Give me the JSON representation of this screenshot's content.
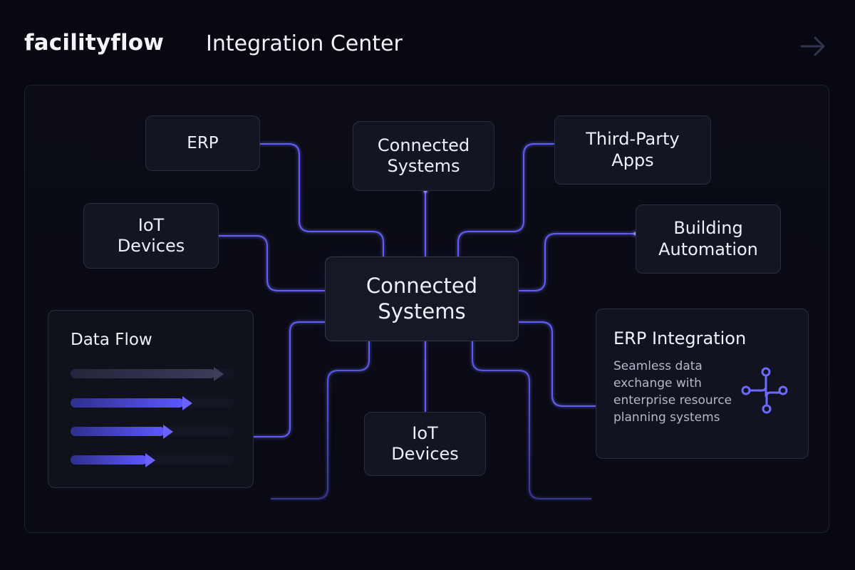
{
  "header": {
    "brand": "facilityflow",
    "title": "Integration Center",
    "nav_icon": "arrow-right-icon"
  },
  "nodes": {
    "erp": "ERP",
    "connected_top": "Connected\nSystems",
    "third_party": "Third-Party\nApps",
    "iot_left": "IoT\nDevices",
    "building": "Building\nAutomation",
    "center": "Connected\nSystems",
    "iot_bottom": "IoT\nDevices"
  },
  "data_flow": {
    "title": "Data Flow",
    "bars": [
      {
        "level": 0.92,
        "active": false
      },
      {
        "level": 0.73,
        "active": true
      },
      {
        "level": 0.61,
        "active": true
      },
      {
        "level": 0.5,
        "active": true
      }
    ]
  },
  "erp_card": {
    "title": "ERP Integration",
    "description": "Seamless data exchange with enterprise resource planning systems",
    "icon": "integration-branch-icon"
  },
  "colors": {
    "background": "#070811",
    "accent": "#5d57ff",
    "connector": "#6764ff"
  }
}
